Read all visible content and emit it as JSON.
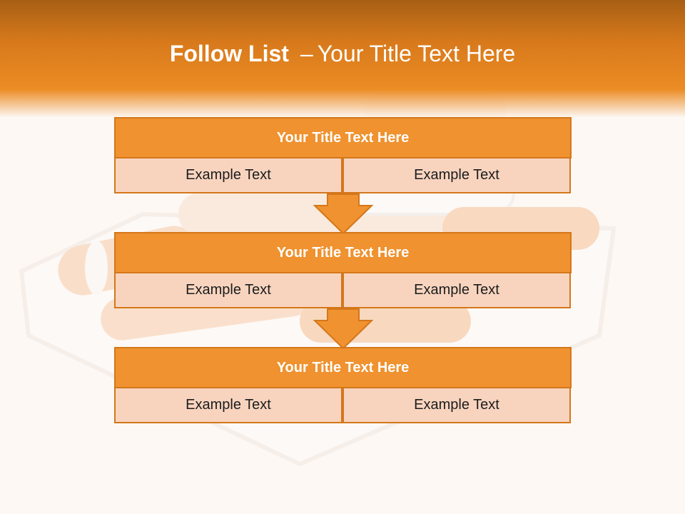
{
  "title": {
    "bold": "Follow List",
    "separator": "–",
    "rest": "Your Title Text Here"
  },
  "colors": {
    "header": "#e88a22",
    "box_title_fill": "#ef922f",
    "box_border": "#d4771a",
    "cell_fill": "#f8d4bf",
    "arrow_fill": "#ef922f"
  },
  "steps": [
    {
      "title": "Your Title Text Here",
      "left": "Example Text",
      "right": "Example Text"
    },
    {
      "title": "Your Title Text Here",
      "left": "Example Text",
      "right": "Example Text"
    },
    {
      "title": "Your Title Text Here",
      "left": "Example Text",
      "right": "Example Text"
    }
  ]
}
